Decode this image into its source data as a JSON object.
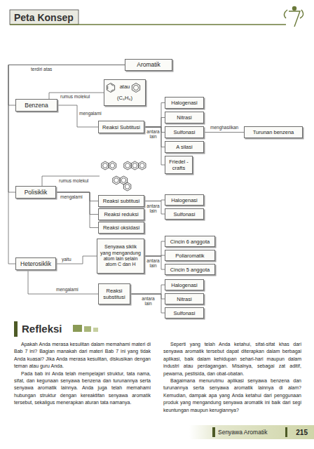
{
  "diagram": {
    "title": "Peta Konsep",
    "nodes": [
      {
        "text": [
          "Aromatik"
        ]
      },
      {
        "text": [
          "Benzena"
        ]
      },
      {
        "text": [
          "atau",
          "(C₆H₆)"
        ]
      },
      {
        "text": [
          "Reaksi Subtitusi"
        ]
      },
      {
        "text": [
          "Halogenasi"
        ]
      },
      {
        "text": [
          "Nitrasi"
        ]
      },
      {
        "text": [
          "Sulfonasi"
        ]
      },
      {
        "text": [
          "A silasi"
        ]
      },
      {
        "text": [
          "Friedel -crafts"
        ]
      },
      {
        "text": [
          "Turunan benzena"
        ]
      },
      {
        "text": [
          "Polisiklik"
        ]
      },
      {
        "text": [
          "Reaksi subtitusi"
        ]
      },
      {
        "text": [
          "Reaksi reduksi"
        ]
      },
      {
        "text": [
          "Reaksi oksidasi"
        ]
      },
      {
        "text": [
          "Halogenasi"
        ]
      },
      {
        "text": [
          "Sulfonasi"
        ]
      },
      {
        "text": [
          "Heterosiklik"
        ]
      },
      {
        "text": [
          "Senyawa siklik yang mengandung atom lain selain atom C dan H"
        ]
      },
      {
        "text": [
          "Cincin 6 anggota"
        ]
      },
      {
        "text": [
          "Poliaromatik"
        ]
      },
      {
        "text": [
          "Cincin 5 anggota"
        ]
      },
      {
        "text": [
          "Reaksi substitusi"
        ]
      },
      {
        "text": [
          "Halogenasi"
        ]
      },
      {
        "text": [
          "Nitrasi"
        ]
      },
      {
        "text": [
          "Sulfonasi"
        ]
      },
      {
        "text": [
          "Refleksi"
        ]
      }
    ],
    "edges": [
      {
        "from": 0,
        "to": 1,
        "label": "terdiri atas",
        "arrow": "none"
      },
      {
        "from": 0,
        "to": 10,
        "arrow": "none"
      },
      {
        "from": 0,
        "to": 16,
        "arrow": "none"
      },
      {
        "from": 1,
        "to": 2,
        "label": "rumus molekul",
        "arrow": "none"
      },
      {
        "from": 1,
        "to": 3,
        "label": "mengalami",
        "arrow": "none"
      },
      {
        "from": 3,
        "to": 4,
        "arrow": "none"
      },
      {
        "from": 3,
        "to": 5,
        "arrow": "none"
      },
      {
        "from": 3,
        "to": 6,
        "label": "antara lain",
        "arrow": "none"
      },
      {
        "from": 3,
        "to": 7,
        "arrow": "none"
      },
      {
        "from": 3,
        "to": 8,
        "arrow": "none"
      },
      {
        "from": 6,
        "to": 9,
        "label": "menghasilkan",
        "arrow": "none"
      },
      {
        "from": 10,
        "to": 11,
        "label": "mengalami",
        "arrow": "none"
      },
      {
        "from": 10,
        "to": 12,
        "arrow": "none"
      },
      {
        "from": 10,
        "to": 13,
        "arrow": "none"
      },
      {
        "from": 11,
        "to": 14,
        "label": "antara lain",
        "arrow": "none"
      },
      {
        "from": 11,
        "to": 15,
        "arrow": "none"
      },
      {
        "from": 16,
        "to": 17,
        "label": "yaitu",
        "arrow": "none"
      },
      {
        "from": 17,
        "to": 18,
        "arrow": "none"
      },
      {
        "from": 17,
        "to": 19,
        "label": "antara lain",
        "arrow": "none"
      },
      {
        "from": 17,
        "to": 20,
        "arrow": "none"
      },
      {
        "from": 16,
        "to": 21,
        "label": "mengalami",
        "arrow": "none"
      },
      {
        "from": 21,
        "to": 22,
        "arrow": "none"
      },
      {
        "from": 21,
        "to": 23,
        "label": "antara lain",
        "arrow": "none"
      },
      {
        "from": 21,
        "to": 24,
        "arrow": "none"
      }
    ],
    "labels": [
      "rumus molekul",
      "Apakah Anda merasa kesulitan dalam memahami materi di Bab 7 ini? Bagian manakah dari materi Bab 7 ini yang tidak Anda kuasai? Jika Anda merasa kesulitan, diskusikan dengan teman atau guru Anda.",
      "Pada bab ini Anda telah mempelajari struktur, tata nama, sifat, dan kegunaan senyawa benzena dan turunannya serta senyawa aromatik lainnya. Anda juga telah memahami hubungan struktur dengan kereaktifan senyawa aromatik tersebut, sekaligus menerapkan aturan tata namanya.",
      "Seperti yang telah Anda ketahui, sifat-sifat khas dari senyawa aromatik tersebut dapat diterapkan dalam berbagai aplikasi, baik dalam kehidupan sehari-hari maupun dalam industri atau perdagangan. Misalnya, sebagai zat aditif, pewarna, pestisida, dan obat-obatan.",
      "Bagaimana menurutmu aplikasi senyawa benzena dan turunannya serta senyawa aromatik lainnya di alam? Kemudian, dampak apa yang Anda ketahui dari penggunaan produk yang mengandung senyawa aromatik ini baik dari segi keuntungan maupun kerugiannya?",
      "Senyawa Aromatik",
      "215"
    ]
  }
}
